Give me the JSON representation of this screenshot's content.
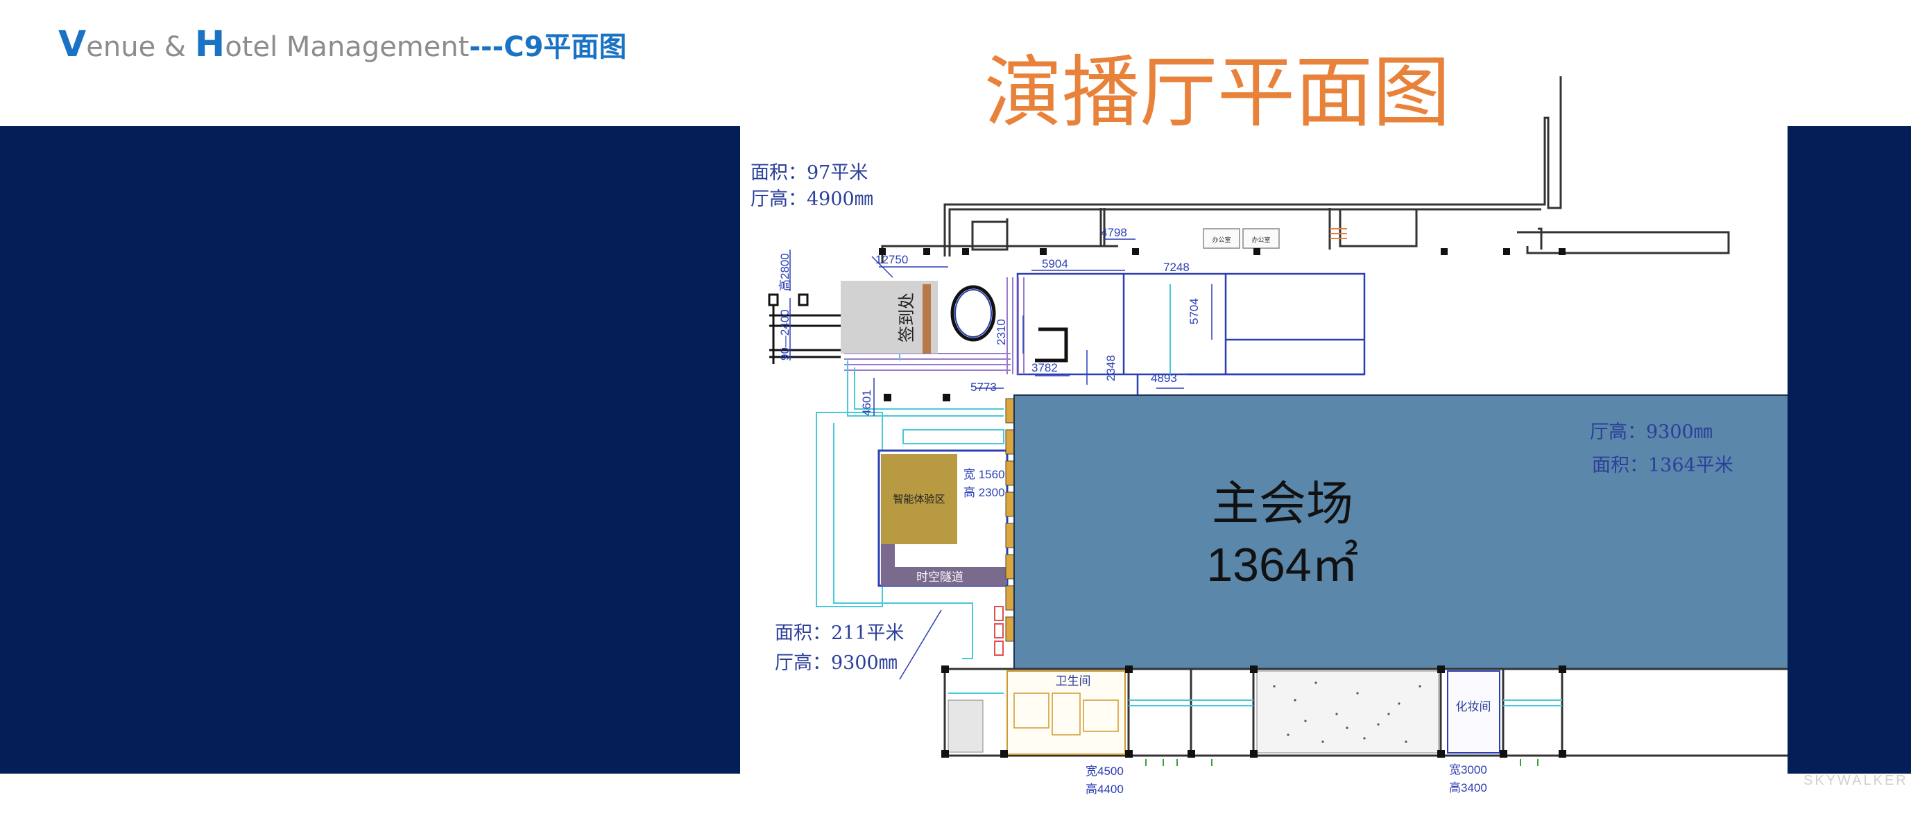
{
  "header": {
    "cap1": "V",
    "part1": "enue & ",
    "cap2": "H",
    "part2": "otel Management",
    "suffix": "---C9平面图"
  },
  "plan": {
    "title": "演播厅平面图",
    "main_hall_name": "主会场",
    "main_hall_area": "1364㎡",
    "signin": "签到处",
    "smart_zone": "智能体验区",
    "tunnel": "时空隧道",
    "toilet": "卫生间",
    "makeup": "化妆间",
    "office1": "办公室",
    "office2": "办公室",
    "note_top_area": "面积：97平米",
    "note_top_height": "厅高：4900㎜",
    "note_right_height": "厅高：9300㎜",
    "note_right_area": "面积：1364平米",
    "note_bottom_area": "面积：211平米",
    "note_bottom_height": "厅高：9300㎜",
    "door_smart_w": "宽 1560",
    "door_smart_h": "高 2300",
    "door_bottom1_w": "宽4500",
    "door_bottom1_h": "高4400",
    "door_bottom2_w": "宽3000",
    "door_bottom2_h": "高3400",
    "dims": {
      "d12750": "12750",
      "d5904": "5904",
      "d4798": "4798",
      "d7248": "7248",
      "d5704": "5704",
      "d2310": "2310",
      "d3782": "3782",
      "d2348": "2348",
      "d4893": "4893",
      "d5773": "5773",
      "d4601": "4601",
      "dh2800": "高2800",
      "dw2400": "90—2400"
    }
  },
  "watermark": "SKYWALKER",
  "colors": {
    "band": "#041e58",
    "main_hall": "#5b87aa",
    "title": "#e8823a",
    "dimension": "#2b3fb5",
    "note": "#2b3f9a",
    "smart_zone": "#b89a42",
    "tunnel": "#7a6a8e",
    "cyan_wall": "#48c8d8"
  }
}
